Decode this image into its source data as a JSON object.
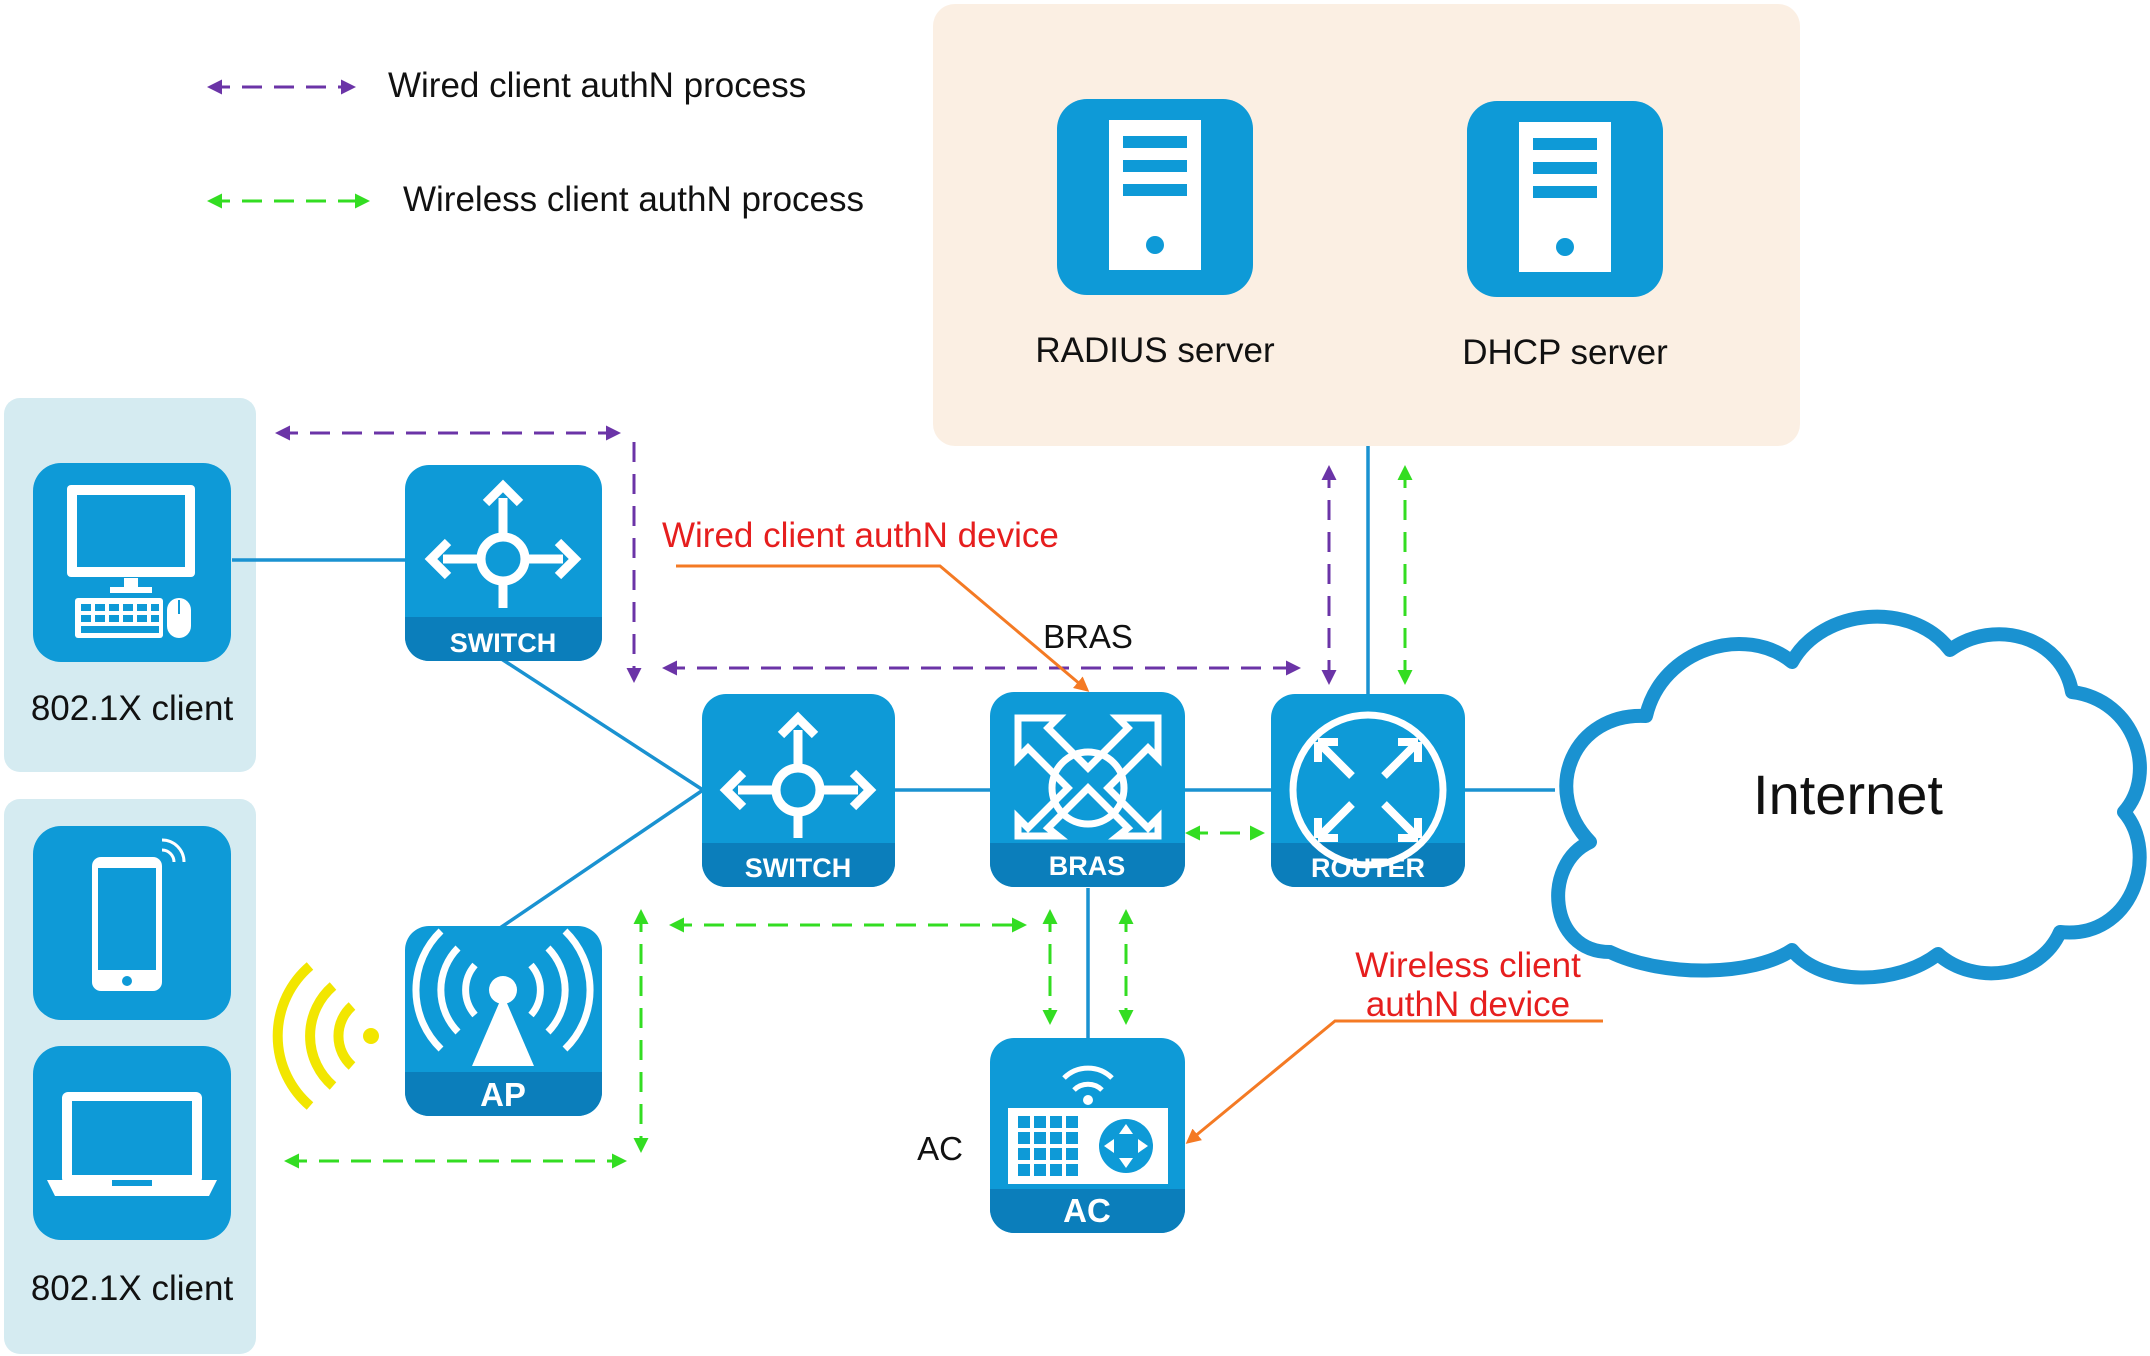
{
  "legend": {
    "wired": "Wired client authN process",
    "wireless": "Wireless client authN process"
  },
  "servers": {
    "radius": "RADIUS server",
    "dhcp": "DHCP server"
  },
  "devices": {
    "switch1": "SWITCH",
    "switch2": "SWITCH",
    "bras": "BRAS",
    "router": "ROUTER",
    "ap": "AP",
    "ac": "AC"
  },
  "labels": {
    "wired_client": "802.1X client",
    "wireless_client": "802.1X client",
    "bras_label": "BRAS",
    "ac_label": "AC",
    "internet": "Internet",
    "wired_device_line1": "Wired client authN device",
    "wireless_device_line1": "Wireless client",
    "wireless_device_line2": "authN device"
  },
  "colors": {
    "device_blue": "#0E9AD7",
    "device_band": "#0B7EBB",
    "link_blue": "#1A92D1",
    "wired_arrow": "#6B34A7",
    "wireless_arrow": "#33DD22",
    "callout_arrow": "#F47A24",
    "callout_text": "#E61E1E",
    "server_panel": "#FBEFE3",
    "client_panel": "#D5EBF1",
    "wifi_yellow": "#F2E600"
  },
  "icons": [
    "desktop-computer-icon",
    "smartphone-icon",
    "laptop-icon",
    "switch-icon",
    "bras-icon",
    "router-icon",
    "access-point-icon",
    "access-controller-icon",
    "server-tower-icon",
    "cloud-icon",
    "wifi-signal-icon"
  ]
}
